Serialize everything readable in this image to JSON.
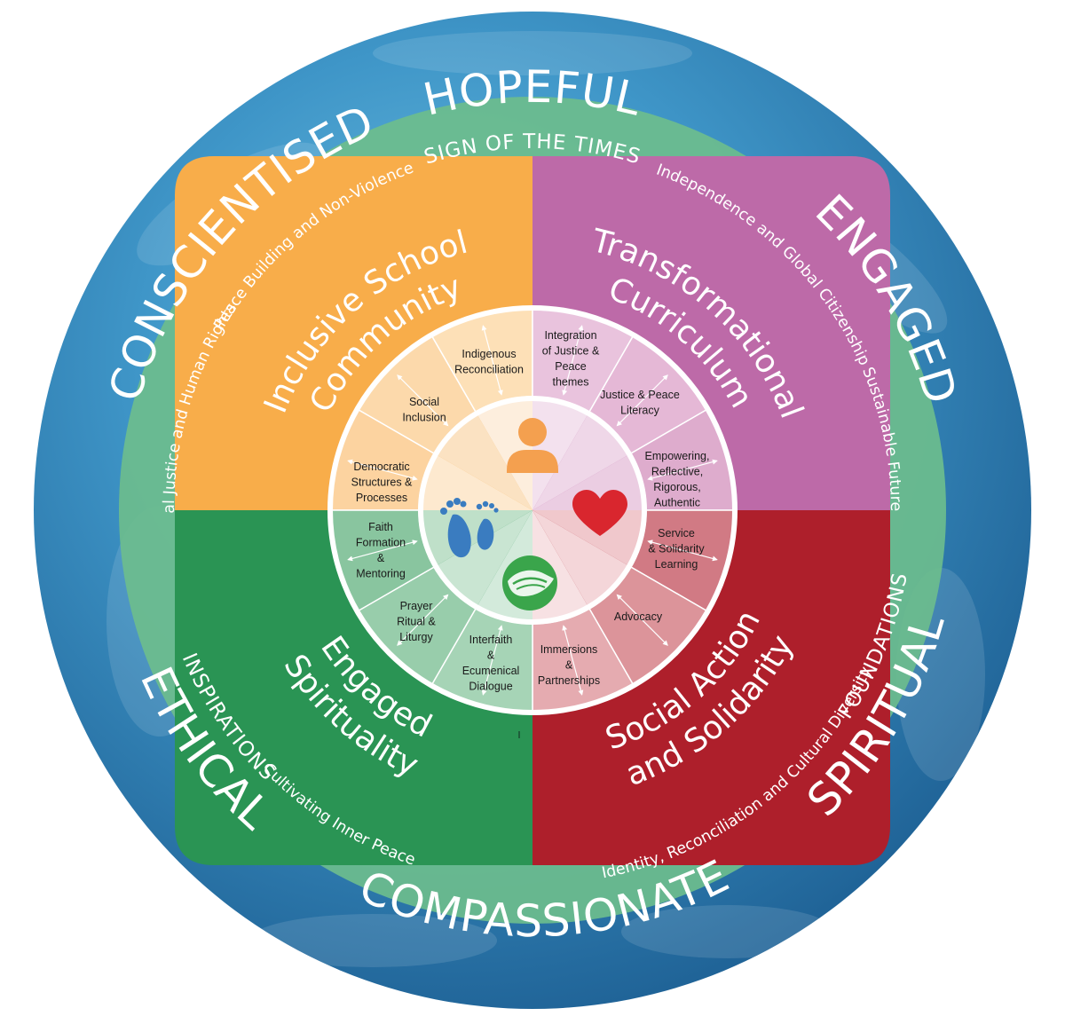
{
  "outer_words": {
    "top": "HOPEFUL",
    "upper_left": "CONSCIENTISED",
    "upper_right": "ENGAGED",
    "lower_left": "ETHICAL",
    "lower_right": "SPIRITUAL",
    "bottom": "COMPASSIONATE"
  },
  "ring_labels": {
    "top": "SIGN OF THE TIMES",
    "left_lower": "INSPIRATIONS",
    "right_lower": "FOUNDATIONS",
    "peace_building": "Peace Building and Non-Violence",
    "social_justice": "Social Justice and Human Rights",
    "independence": "Independence and Global Citizenship",
    "sustainable": "Sustainable Futures",
    "inner_peace": "Cultivating Inner Peace",
    "identity": "Identity, Reconciliation and Cultural Diversity"
  },
  "quadrants": {
    "inclusive": {
      "line1": "Inclusive School",
      "line2": "Community",
      "color": "#f8ad4a"
    },
    "transformational": {
      "line1": "Transformational",
      "line2": "Curriculum",
      "color": "#bd6aa8"
    },
    "spirituality": {
      "line1": "Engaged",
      "line2": "Spirituality",
      "color": "#2a9454"
    },
    "social_action": {
      "line1": "Social Action",
      "line2": "and Solidarity",
      "color": "#ae1f2b"
    }
  },
  "inner_labels": {
    "indigenous": [
      "Indigenous",
      "Reconciliation"
    ],
    "social_inclusion": [
      "Social",
      "Inclusion"
    ],
    "democratic": [
      "Democratic",
      "Structures &",
      "Processes"
    ],
    "integration": [
      "Integration",
      "of Justice &",
      "Peace",
      "themes"
    ],
    "literacy": [
      "Justice & Peace",
      "Literacy"
    ],
    "empowering": [
      "Empowering,",
      "Reflective,",
      "Rigorous,",
      "Authentic"
    ],
    "faith": [
      "Faith",
      "Formation",
      "&",
      "Mentoring"
    ],
    "prayer": [
      "Prayer",
      "Ritual &",
      "Liturgy"
    ],
    "interfaith": [
      "Interfaith",
      "&",
      "Ecumenical",
      "Dialogue"
    ],
    "service": [
      "Service",
      "& Solidarity",
      "Learning"
    ],
    "advocacy": [
      "Advocacy"
    ],
    "immersions": [
      "Immersions",
      "&",
      "Partnerships"
    ]
  },
  "icons": [
    "person-icon",
    "heart-icon",
    "footprints-icon",
    "handshake-icon"
  ],
  "colors": {
    "ocean": "#2b82b8",
    "ocean_light": "#5cb5d8",
    "green_ring": "#6fbf8e",
    "heart": "#d9262e",
    "person": "#f4a04f",
    "feet": "#3a7cc0",
    "hands": "#3aa54b"
  }
}
